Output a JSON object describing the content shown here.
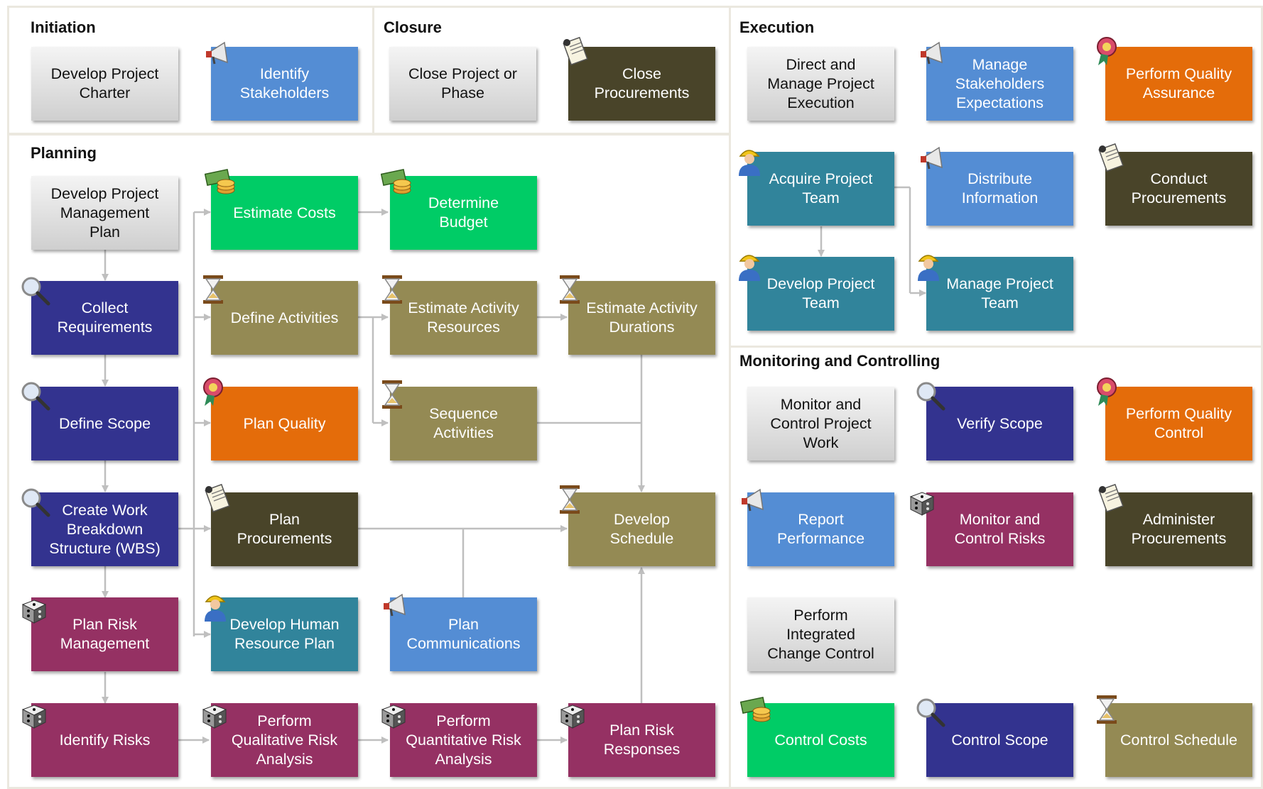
{
  "sections": {
    "initiation": "Initiation",
    "closure": "Closure",
    "execution": "Execution",
    "planning": "Planning",
    "monitoring": "Monitoring and Controlling"
  },
  "colors": {
    "gray": "#d9d9d9",
    "lightblue": "#548dd4",
    "navy": "#33338f",
    "green": "#00cc66",
    "olive": "#948a54",
    "darkolive": "#494429",
    "orange": "#e46c0a",
    "teal": "#31849b",
    "maroon": "#953163",
    "connector": "#bfbfbf"
  },
  "processes": {
    "develop_project_charter": {
      "label": "Develop Project\nCharter"
    },
    "identify_stakeholders": {
      "label": "Identify\nStakeholders",
      "icon": "megaphone-icon"
    },
    "close_project_or_phase": {
      "label": "Close Project or\nPhase"
    },
    "close_procurements": {
      "label": "Close\nProcurements",
      "icon": "scroll-icon"
    },
    "direct_and_manage_project_execution": {
      "label": "Direct and\nManage Project\nExecution"
    },
    "manage_stakeholders_expectations": {
      "label": "Manage\nStakeholders\nExpectations",
      "icon": "megaphone-icon"
    },
    "perform_quality_assurance": {
      "label": "Perform Quality\nAssurance",
      "icon": "ribbon-icon"
    },
    "acquire_project_team": {
      "label": "Acquire Project\nTeam",
      "icon": "worker-icon"
    },
    "distribute_information": {
      "label": "Distribute\nInformation",
      "icon": "megaphone-icon"
    },
    "conduct_procurements": {
      "label": "Conduct\nProcurements",
      "icon": "scroll-icon"
    },
    "develop_project_team": {
      "label": "Develop Project\nTeam",
      "icon": "worker-icon"
    },
    "manage_project_team": {
      "label": "Manage Project\nTeam",
      "icon": "worker-icon"
    },
    "develop_project_management_plan": {
      "label": "Develop Project\nManagement\nPlan"
    },
    "estimate_costs": {
      "label": "Estimate Costs",
      "icon": "money-icon"
    },
    "determine_budget": {
      "label": "Determine\nBudget",
      "icon": "money-icon"
    },
    "collect_requirements": {
      "label": "Collect\nRequirements",
      "icon": "magnifier-icon"
    },
    "define_activities": {
      "label": "Define Activities",
      "icon": "hourglass-icon"
    },
    "estimate_activity_resources": {
      "label": "Estimate Activity\nResources",
      "icon": "hourglass-icon"
    },
    "estimate_activity_durations": {
      "label": "Estimate Activity\nDurations",
      "icon": "hourglass-icon"
    },
    "define_scope": {
      "label": "Define Scope",
      "icon": "magnifier-icon"
    },
    "plan_quality": {
      "label": "Plan Quality",
      "icon": "ribbon-icon"
    },
    "sequence_activities": {
      "label": "Sequence\nActivities",
      "icon": "hourglass-icon"
    },
    "create_wbs": {
      "label": "Create Work\nBreakdown\nStructure (WBS)",
      "icon": "magnifier-icon"
    },
    "plan_procurements": {
      "label": "Plan\nProcurements",
      "icon": "scroll-icon"
    },
    "develop_schedule": {
      "label": "Develop\nSchedule",
      "icon": "hourglass-icon"
    },
    "plan_risk_management": {
      "label": "Plan Risk\nManagement",
      "icon": "dice-icon"
    },
    "develop_human_resource_plan": {
      "label": "Develop Human\nResource Plan",
      "icon": "worker-icon"
    },
    "plan_communications": {
      "label": "Plan\nCommunications",
      "icon": "megaphone-icon"
    },
    "identify_risks": {
      "label": "Identify Risks",
      "icon": "dice-icon"
    },
    "perform_qualitative_risk_analysis": {
      "label": "Perform\nQualitative Risk\nAnalysis",
      "icon": "dice-icon"
    },
    "perform_quantitative_risk_analysis": {
      "label": "Perform\nQuantitative Risk\nAnalysis",
      "icon": "dice-icon"
    },
    "plan_risk_responses": {
      "label": "Plan Risk\nResponses",
      "icon": "dice-icon"
    },
    "monitor_and_control_project_work": {
      "label": "Monitor and\nControl Project\nWork"
    },
    "verify_scope": {
      "label": "Verify Scope",
      "icon": "magnifier-icon"
    },
    "perform_quality_control": {
      "label": "Perform Quality\nControl",
      "icon": "ribbon-icon"
    },
    "report_performance": {
      "label": "Report\nPerformance",
      "icon": "megaphone-icon"
    },
    "monitor_and_control_risks": {
      "label": "Monitor and\nControl Risks",
      "icon": "dice-icon"
    },
    "administer_procurements": {
      "label": "Administer\nProcurements",
      "icon": "scroll-icon"
    },
    "perform_integrated_change_control": {
      "label": "Perform\nIntegrated\nChange Control"
    },
    "control_costs": {
      "label": "Control Costs",
      "icon": "money-icon"
    },
    "control_scope": {
      "label": "Control Scope",
      "icon": "magnifier-icon"
    },
    "control_schedule": {
      "label": "Control Schedule",
      "icon": "hourglass-icon"
    }
  }
}
